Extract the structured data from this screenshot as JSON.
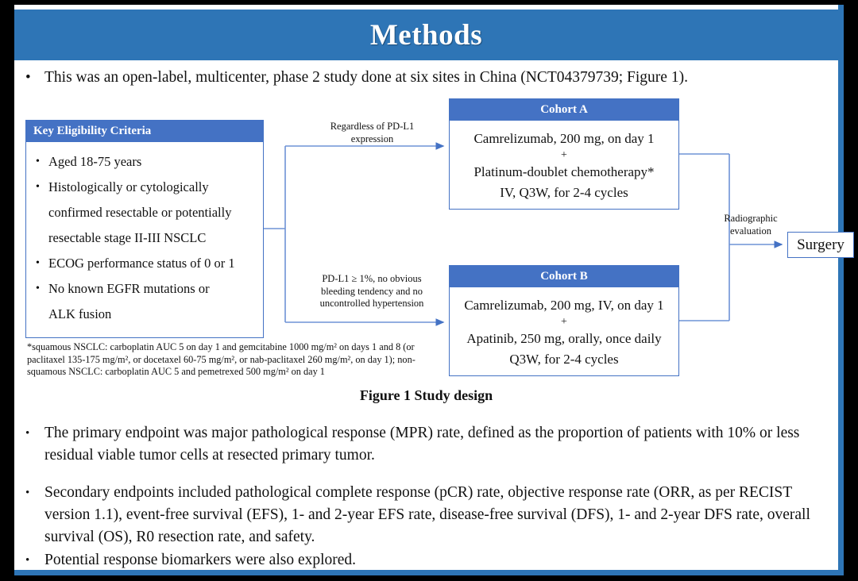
{
  "slide": {
    "title": "Methods",
    "title_bar_color": "#2E75B6",
    "accent_color": "#4472C4",
    "frame_color": "#000000",
    "bullet_glyph": "•"
  },
  "intro_bullet": "This was an open-label, multicenter, phase 2 study done at six sites in China (NCT04379739; Figure 1).",
  "diagram": {
    "eligibility": {
      "header": "Key  Eligibility Criteria",
      "items": [
        "Aged 18-75 years",
        "Histologically or cytologically",
        "confirmed resectable or potentially",
        "resectable stage II-III  NSCLC",
        "ECOG performance status of 0 or 1",
        "No known EGFR mutations or",
        "ALK fusion"
      ],
      "bulleted_flags": [
        true,
        true,
        false,
        false,
        true,
        true,
        false
      ]
    },
    "cohort_a": {
      "header": "Cohort A",
      "lines": [
        "Camrelizumab, 200 mg, on day 1",
        "+",
        "Platinum-doublet chemotherapy*",
        "IV, Q3W, for 2-4 cycles"
      ]
    },
    "cohort_b": {
      "header": "Cohort B",
      "lines": [
        "Camrelizumab, 200 mg, IV, on day 1",
        "+",
        "Apatinib, 250 mg, orally, once daily",
        "Q3W, for 2-4 cycles"
      ]
    },
    "arrow_label_a": "Regardless  of PD-L1\nexpression",
    "arrow_label_b": "PD-L1 ≥ 1%, no obvious\nbleeding tendency and no\nuncontrolled  hypertension",
    "arrow_label_radiographic": "Radiographic\nevaluation",
    "surgery": "Surgery",
    "footnote_lines": [
      "*squamous NSCLC: carboplatin AUC 5 on day 1 and gemcitabine 1000 mg/m² on days 1 and 8 (or",
      "paclitaxel 135-175  mg/m², or docetaxel 60-75 mg/m², or nab-paclitaxel 260 mg/m², on day 1); non-",
      "squamous NSCLC: carboplatin AUC 5 and pemetrexed 500 mg/m² on day 1"
    ],
    "caption": "Figure 1 Study design"
  },
  "bottom_bullets": [
    "The primary endpoint was major pathological response (MPR) rate, defined as the proportion of patients with 10% or less residual viable tumor cells at resected primary tumor.",
    "Secondary endpoints included pathological complete response (pCR) rate, objective response rate (ORR, as per RECIST version 1.1), event-free survival (EFS), 1- and 2-year EFS rate, disease-free survival (DFS), 1- and 2-year DFS rate, overall survival (OS), R0 resection rate, and safety.",
    "Potential response biomarkers were also explored."
  ]
}
